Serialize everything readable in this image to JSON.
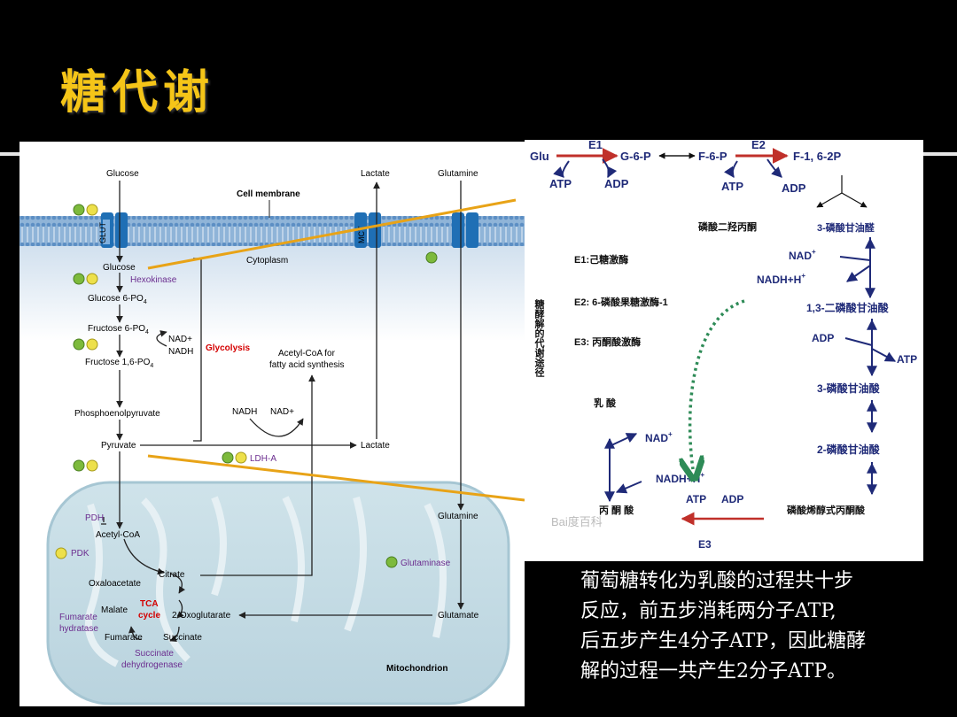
{
  "slide": {
    "title": "糖代谢",
    "summary_lines": [
      "葡萄糖转化为乳酸的过程共十步",
      "反应，前五步消耗两分子ATP,",
      "后五步产生4分子ATP，因此糖酵",
      "解的过程一共产生2分子ATP。"
    ]
  },
  "left_diagram": {
    "glucose_top": "Glucose",
    "lactate_top": "Lactate",
    "glutamine_top": "Glutamine",
    "cell_membrane": "Cell membrane",
    "glut": "GLUT",
    "mct": "MCT",
    "cytoplasm": "Cytoplasm",
    "glucose": "Glucose",
    "hexokinase": "Hexokinase",
    "glucose6p": "Glucose 6-PO",
    "fructose6p": "Fructose 6-PO",
    "nad_plus": "NAD+",
    "nadh": "NADH",
    "glycolysis": "Glycolysis",
    "fructose16p": "Fructose 1,6-PO",
    "sub4": "4",
    "acetylcoa_for": "Acetyl-CoA for",
    "fatty_acid": "fatty acid synthesis",
    "pep": "Phosphoenolpyruvate",
    "nadh2": "NADH",
    "nad_plus2": "NAD+",
    "pyruvate": "Pyruvate",
    "lactate_mid": "Lactate",
    "ldha": "LDH-A",
    "pdh": "PDH",
    "pdk": "PDK",
    "acetylcoa": "Acetyl-CoA",
    "glutamine_mito": "Glutamine",
    "glutaminase": "Glutaminase",
    "citrate": "Citrate",
    "oxaloacetate": "Oxaloacetate",
    "malate": "Malate",
    "tca1": "TCA",
    "tca2": "cycle",
    "oxoglutarate": "2-Oxoglutarate",
    "glutamate": "Glutamate",
    "fumarate_hydratase1": "Fumarate",
    "fumarate_hydratase2": "hydratase",
    "fumarate": "Fumarate",
    "succinate": "Succinate",
    "sdh1": "Succinate",
    "sdh2": "dehydrogenase",
    "mitochondrion": "Mitochondrion"
  },
  "right_diagram": {
    "glu": "Glu",
    "e1": "E1",
    "g6p": "G-6-P",
    "f6p": "F-6-P",
    "e2": "E2",
    "f16p": "F-1, 6-2P",
    "atp1": "ATP",
    "adp1": "ADP",
    "atp2": "ATP",
    "adp2": "ADP",
    "dhap": "磷酸二羟丙酮",
    "g3p": "3-磷酸甘油醛",
    "e1_label": "E1:己糖激酶",
    "e2_label": "E2: 6-磷酸果糖激酶-1",
    "e3_label": "E3:  丙酮酸激酶",
    "vertical": "糖酵解的代谢途径",
    "nad_plus": "NAD",
    "nadh_h": "NADH+H",
    "bpg13": "1,3-二磷酸甘油酸",
    "adp3": "ADP",
    "atp3": "ATP",
    "pg3": "3-磷酸甘油酸",
    "lactic": "乳  酸",
    "pg2": "2-磷酸甘油酸",
    "nad_plus2": "NAD",
    "nadh_h2": "NADH+H",
    "atp4": "ATP",
    "adp4": "ADP",
    "pyruvate": "丙  酮  酸",
    "pep": "磷酸烯醇式丙酮酸",
    "e3": "E3",
    "watermark": "Bai度百科",
    "sup_plus": "+"
  },
  "colors": {
    "title": "#f5c518",
    "enzyme_purple": "#6b2d8f",
    "red_label": "#d40000",
    "orange_line": "#e8a317",
    "navy": "#1f2a78",
    "dark_red_arrow": "#c0302a",
    "green_dots": "#2e8b57"
  }
}
